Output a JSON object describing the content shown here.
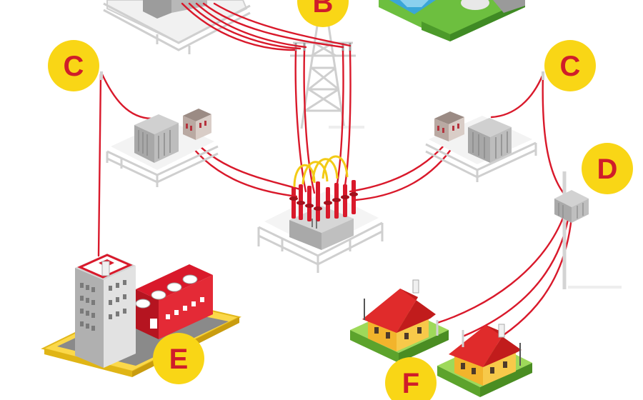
{
  "labels": {
    "b": "B",
    "c_left": "C",
    "c_right": "C",
    "d": "D",
    "e": "E",
    "f": "F"
  },
  "colors": {
    "label_fill": "#f9d616",
    "label_text": "#cf1d2a",
    "wire": "#d9192b",
    "arc": "#f3cb16",
    "grass": "#6dbf3f",
    "building_gray": "#bcbcbc",
    "building_red": "#d9192b",
    "house_roof": "#e02b2b",
    "house_wall": "#f2b42c",
    "yard": "#9ed95a"
  },
  "icons": [
    "transmission-tower-icon",
    "transformer-icon",
    "substation-icon",
    "pole-transformer-icon",
    "factory-icon",
    "house-icon",
    "power-plant-icon"
  ]
}
